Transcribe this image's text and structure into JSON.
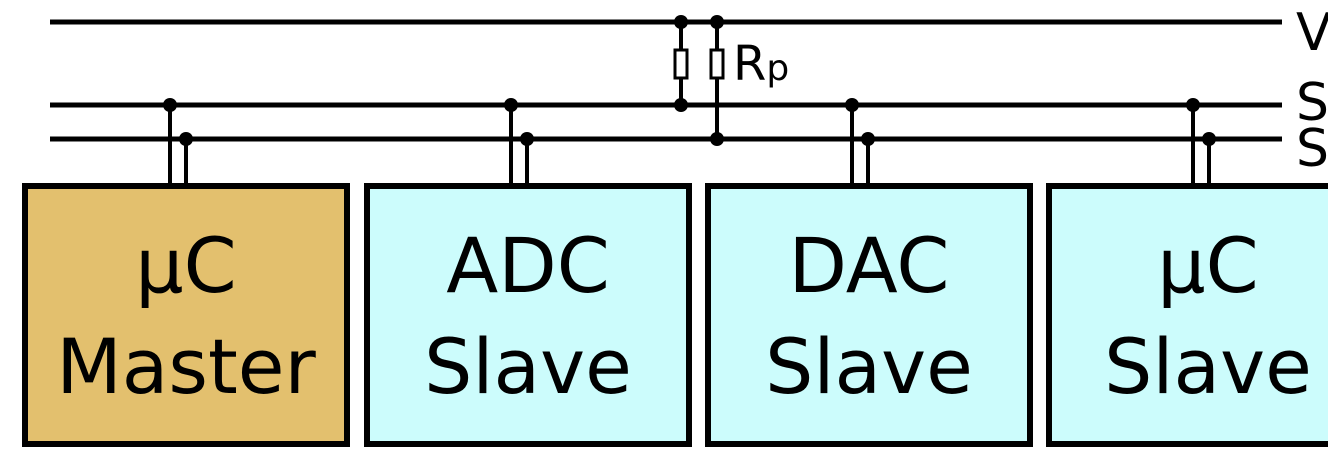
{
  "bus": {
    "vdd_label": "V",
    "sda_label": "S",
    "scl_label": "S"
  },
  "pullup": {
    "label_main": "R",
    "label_sub": "p"
  },
  "devices": [
    {
      "line1": "µC",
      "line2": "Master",
      "fill": "#e3c06e"
    },
    {
      "line1": "ADC",
      "line2": "Slave",
      "fill": "#ccfcfc"
    },
    {
      "line1": "DAC",
      "line2": "Slave",
      "fill": "#ccfcfc"
    },
    {
      "line1": "µC",
      "line2": "Slave",
      "fill": "#ccfcfc"
    }
  ]
}
